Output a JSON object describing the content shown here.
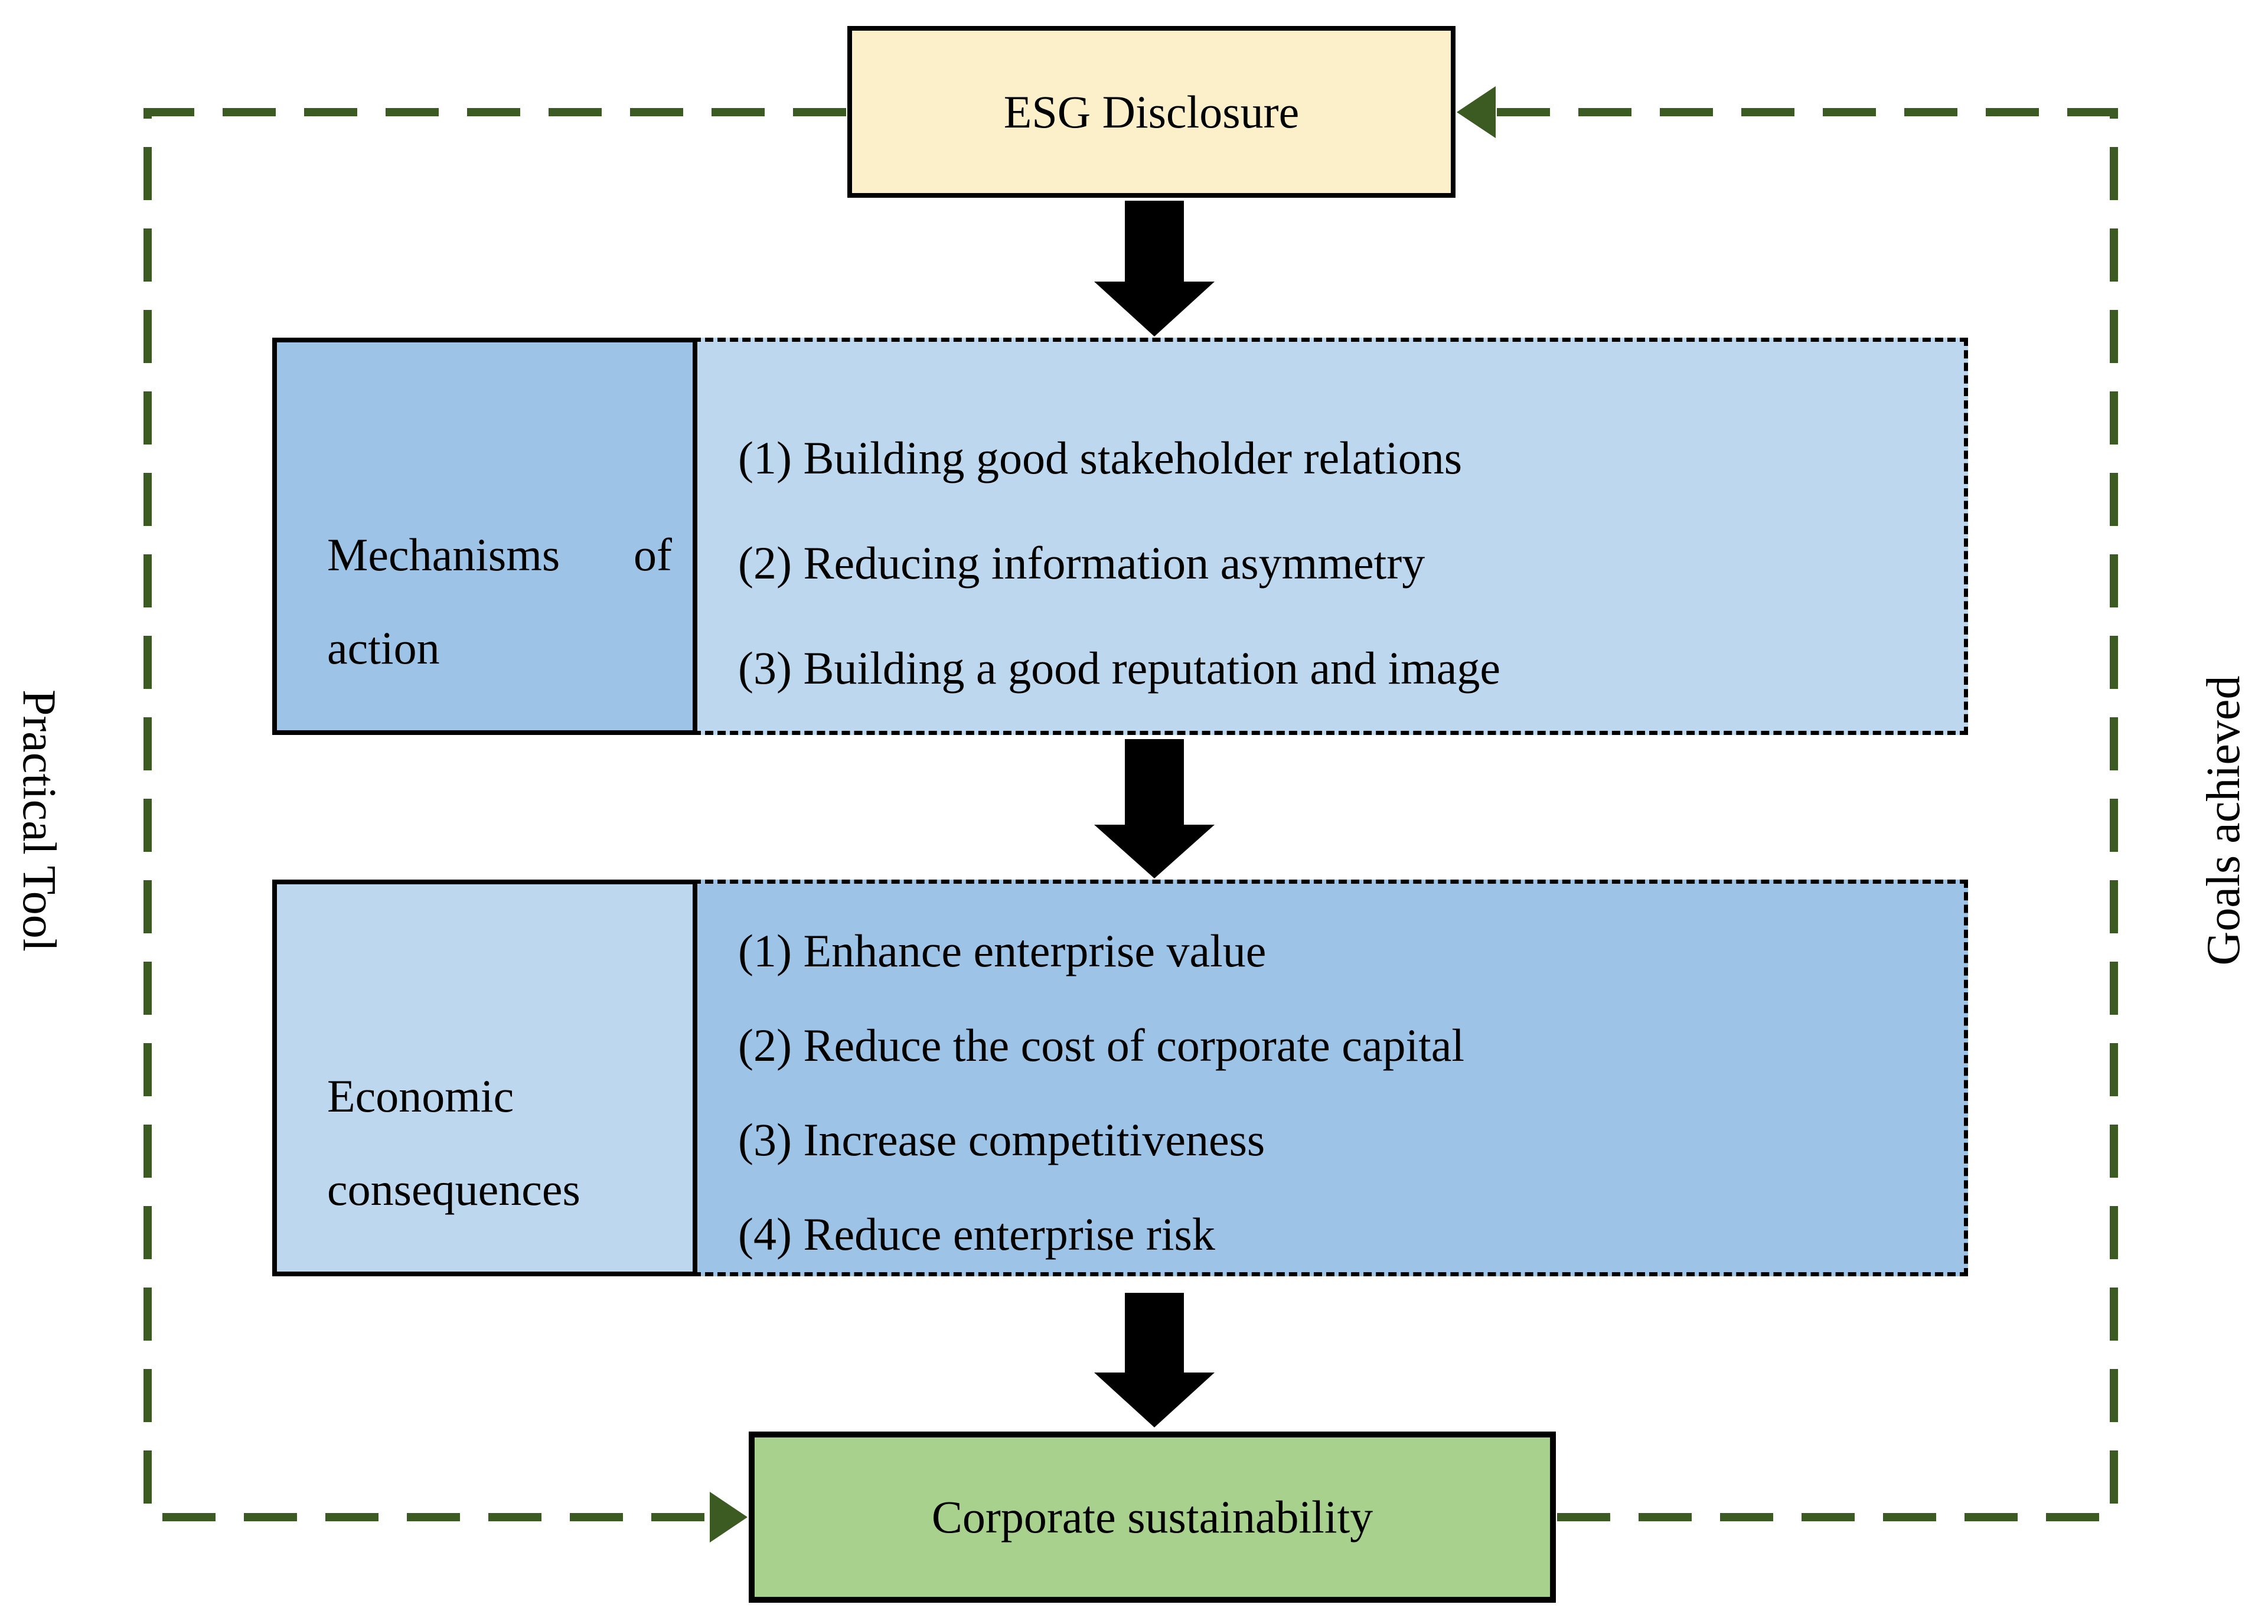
{
  "figure": {
    "top_box": "ESG Disclosure",
    "bottom_box": "Corporate sustainability",
    "side_labels": {
      "left": "Practical Tool",
      "right": "Goals achieved"
    },
    "sections": [
      {
        "title_lines": [
          [
            "Mechanisms",
            "of"
          ],
          [
            "action"
          ]
        ],
        "items": [
          "(1) Building good stakeholder relations",
          "(2) Reducing information asymmetry",
          "(3) Building a good reputation and image"
        ]
      },
      {
        "title_lines": [
          [
            "Economic"
          ],
          [
            "consequences"
          ]
        ],
        "items": [
          "(1) Enhance enterprise value",
          "(2) Reduce the cost of corporate capital",
          "(3) Increase competitiveness",
          "(4) Reduce enterprise risk"
        ]
      }
    ],
    "colors": {
      "esg_fill": "#FCF0CB",
      "blue_dark": "#9DC3E6",
      "blue_light": "#BDD7EE",
      "green_fill": "#A9D18E",
      "loop_green": "#3B5B23",
      "arrow_black": "#000000"
    }
  }
}
